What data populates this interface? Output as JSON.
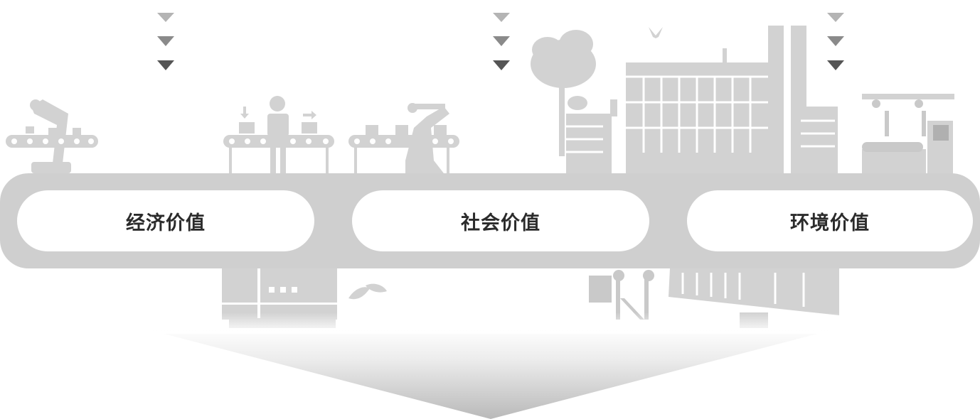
{
  "values": [
    {
      "label": "经济价值"
    },
    {
      "label": "社会价值"
    },
    {
      "label": "环境价值"
    }
  ],
  "colors": {
    "band": "#cfcfcf",
    "illustration": "#d2d2d2",
    "illustration_dark": "#a8a8a8",
    "arrow_light": "#b4b4b4",
    "arrow_mid": "#8a8a8a",
    "arrow_dark": "#555555",
    "pill": "#ffffff",
    "text": "#2b2b2b"
  }
}
